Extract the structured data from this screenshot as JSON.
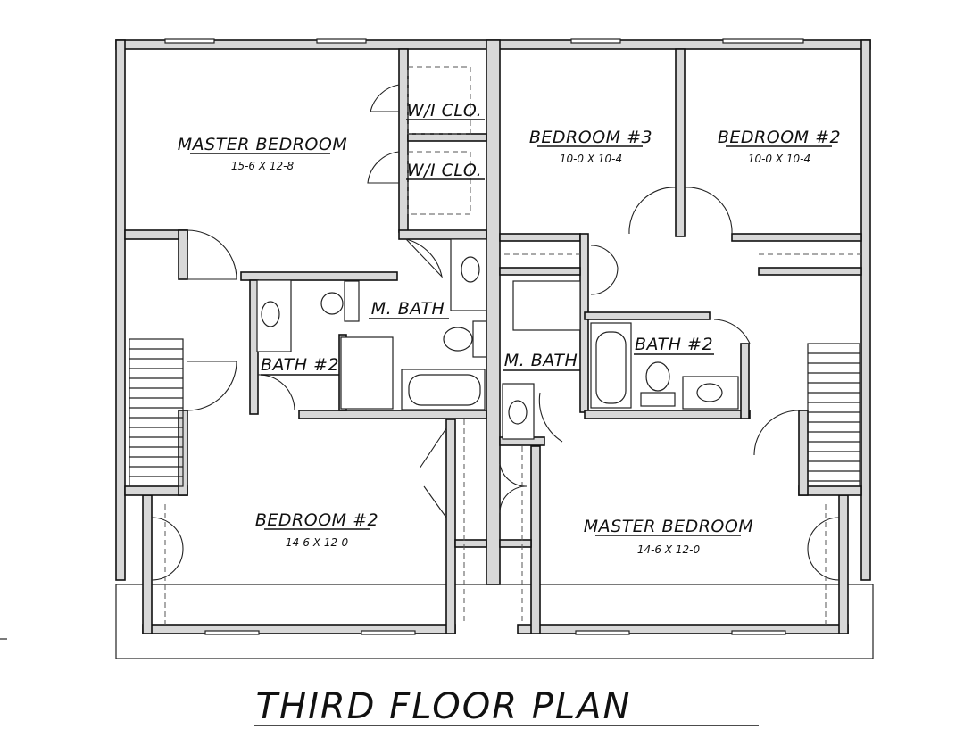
{
  "plan": {
    "title": "THIRD FLOOR PLAN",
    "rooms": {
      "master_bedroom_left": {
        "name": "MASTER BEDROOM",
        "size": "15-6 X 12-8"
      },
      "wic_1": {
        "name": "W/I CLO."
      },
      "wic_2": {
        "name": "W/I CLO."
      },
      "bedroom3_right": {
        "name": "BEDROOM #3",
        "size": "10-0 X 10-4"
      },
      "bedroom2_right": {
        "name": "BEDROOM #2",
        "size": "10-0 X 10-4"
      },
      "mbath_left": {
        "name": "M. BATH"
      },
      "bath2_left": {
        "name": "BATH #2"
      },
      "mbath_right": {
        "name": "M. BATH"
      },
      "bath2_right": {
        "name": "BATH #2"
      },
      "bedroom2_left": {
        "name": "BEDROOM #2",
        "size": "14-6 X 12-0"
      },
      "master_bedroom_right": {
        "name": "MASTER BEDROOM",
        "size": "14-6 X 12-0"
      }
    }
  }
}
